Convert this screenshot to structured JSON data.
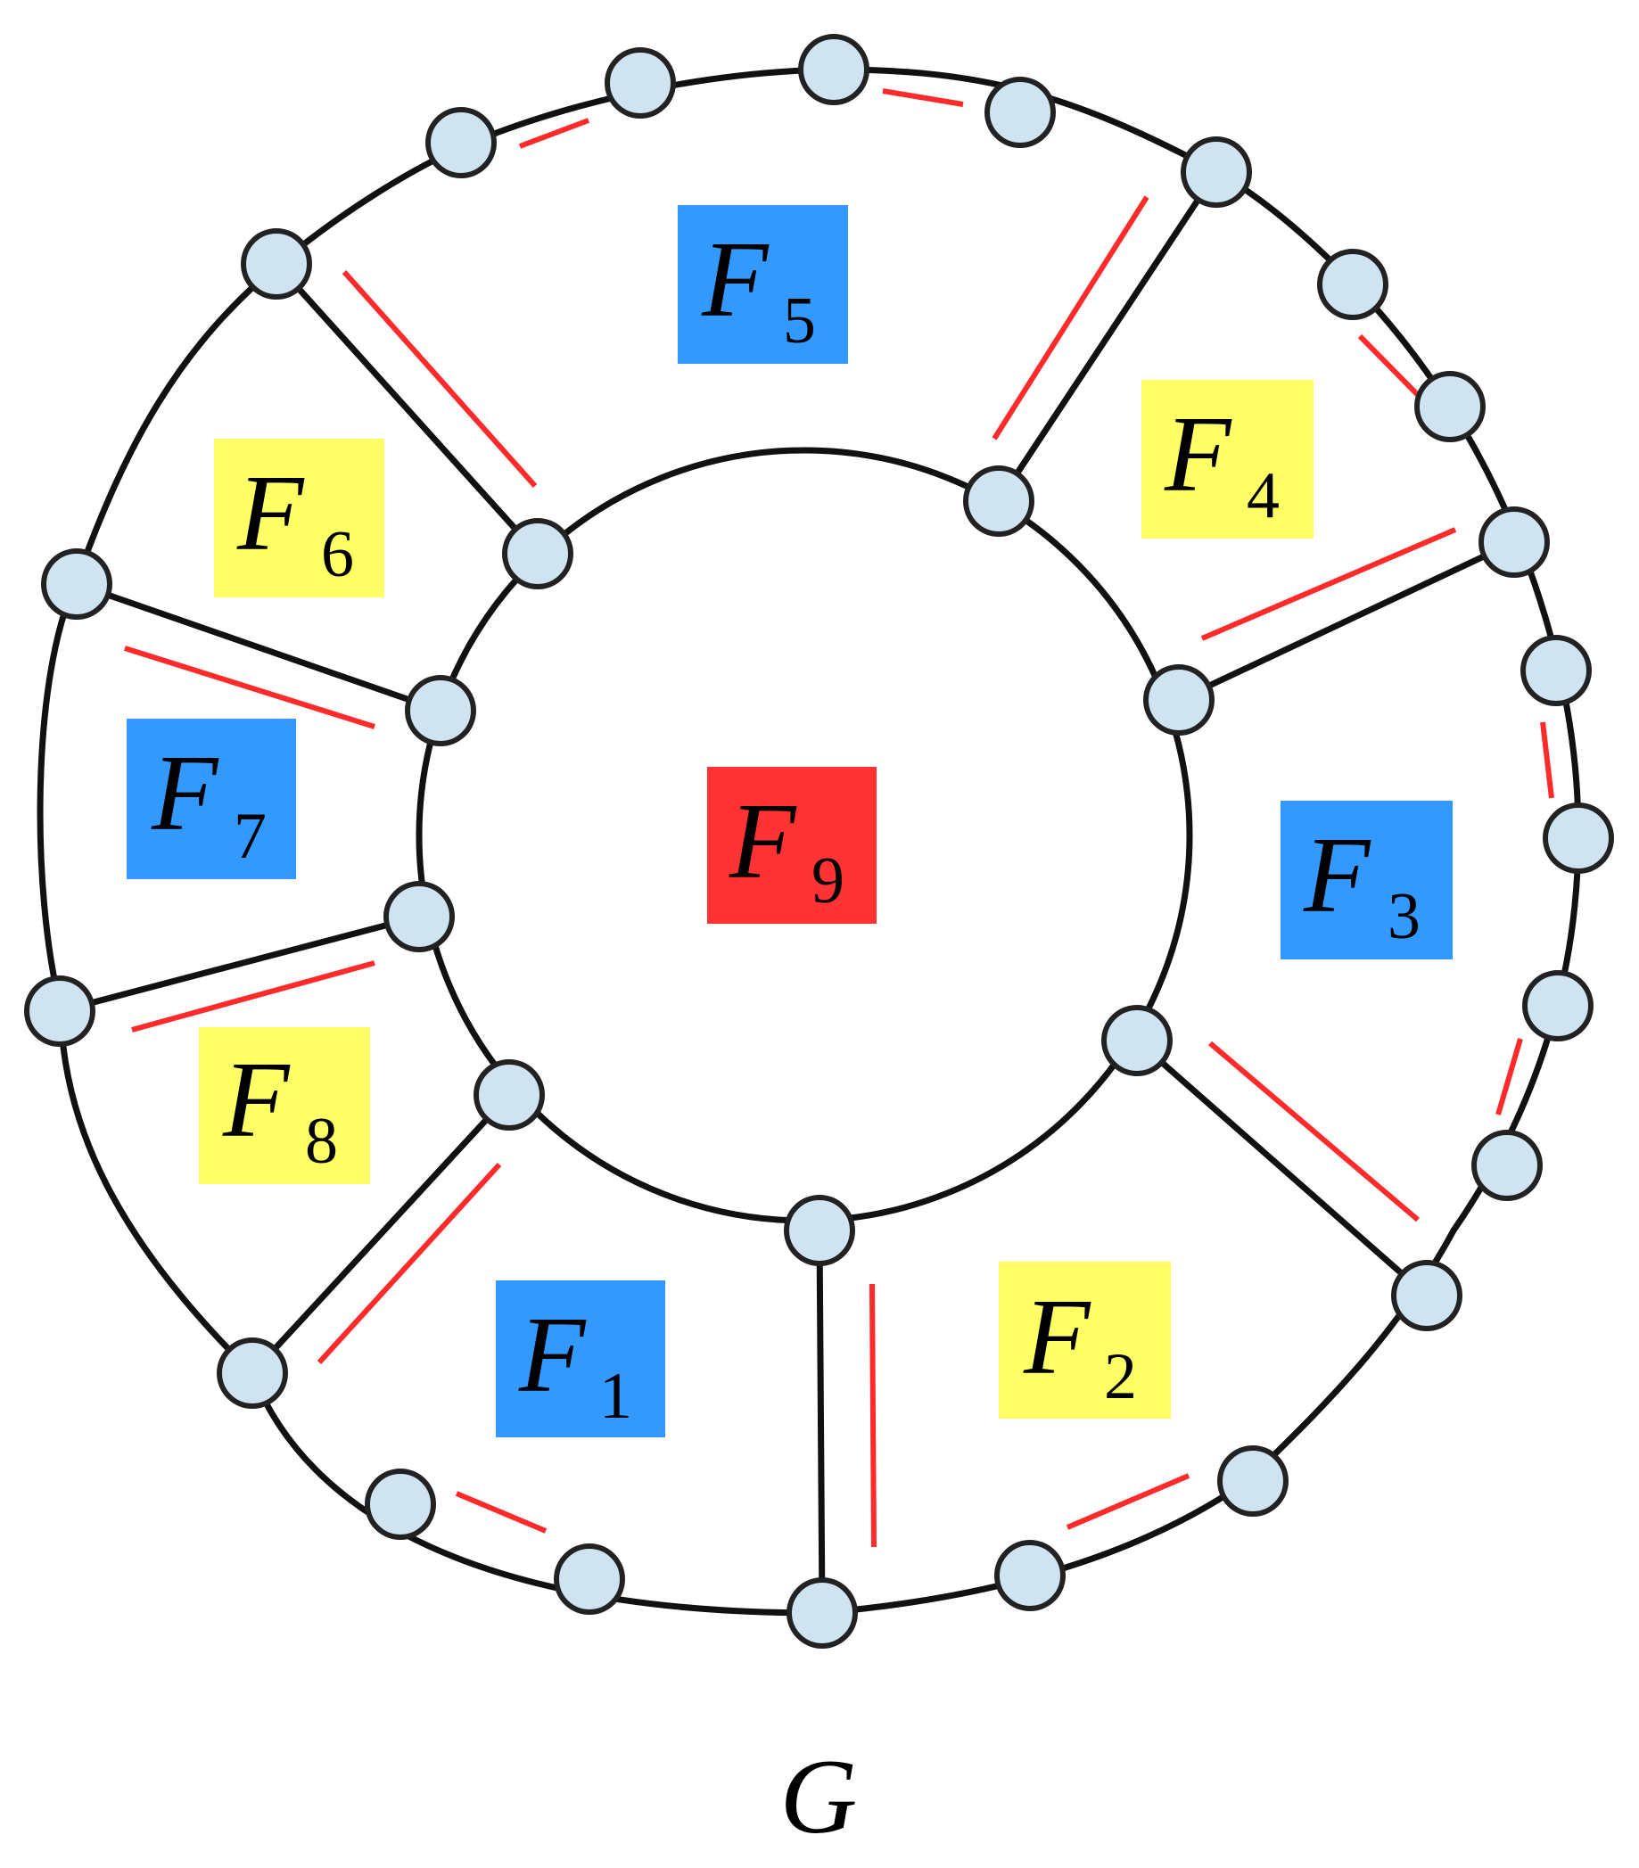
{
  "graph": {
    "caption": "G",
    "faces": [
      {
        "id": "F1",
        "main": "F",
        "sub": "1",
        "color": "#3399ff"
      },
      {
        "id": "F2",
        "main": "F",
        "sub": "2",
        "color": "#ffff66"
      },
      {
        "id": "F3",
        "main": "F",
        "sub": "3",
        "color": "#3399ff"
      },
      {
        "id": "F4",
        "main": "F",
        "sub": "4",
        "color": "#ffff66"
      },
      {
        "id": "F5",
        "main": "F",
        "sub": "5",
        "color": "#3399ff"
      },
      {
        "id": "F6",
        "main": "F",
        "sub": "6",
        "color": "#ffff66"
      },
      {
        "id": "F7",
        "main": "F",
        "sub": "7",
        "color": "#3399ff"
      },
      {
        "id": "F8",
        "main": "F",
        "sub": "8",
        "color": "#ffff66"
      },
      {
        "id": "F9",
        "main": "F",
        "sub": "9",
        "color": "#ff3333"
      }
    ]
  },
  "colors": {
    "edge": "#111111",
    "marked_edge": "#ff2a2a",
    "vertex_fill": "#cfe3f1"
  }
}
